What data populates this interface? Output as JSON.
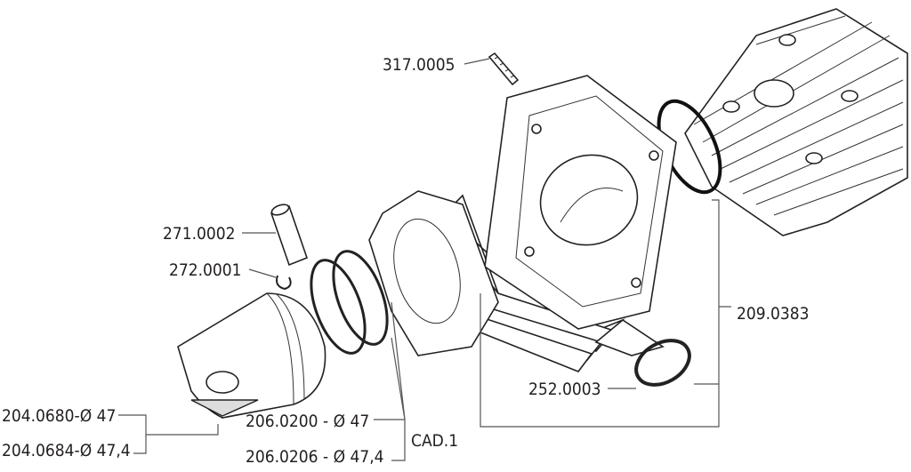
{
  "diagram": {
    "labels": {
      "stud": "317.0005",
      "piston_pin": "271.0002",
      "pin_clip": "272.0001",
      "cylinder_kit": "209.0383",
      "ring_gasket": "252.0003",
      "piston_47": "204.0680-Ø 47",
      "piston_474": "204.0684-Ø 47,4",
      "rings_47": "206.0200 - Ø 47",
      "rings_474": "206.0206 - Ø 47,4",
      "gasket_set": "CAD.1"
    }
  }
}
